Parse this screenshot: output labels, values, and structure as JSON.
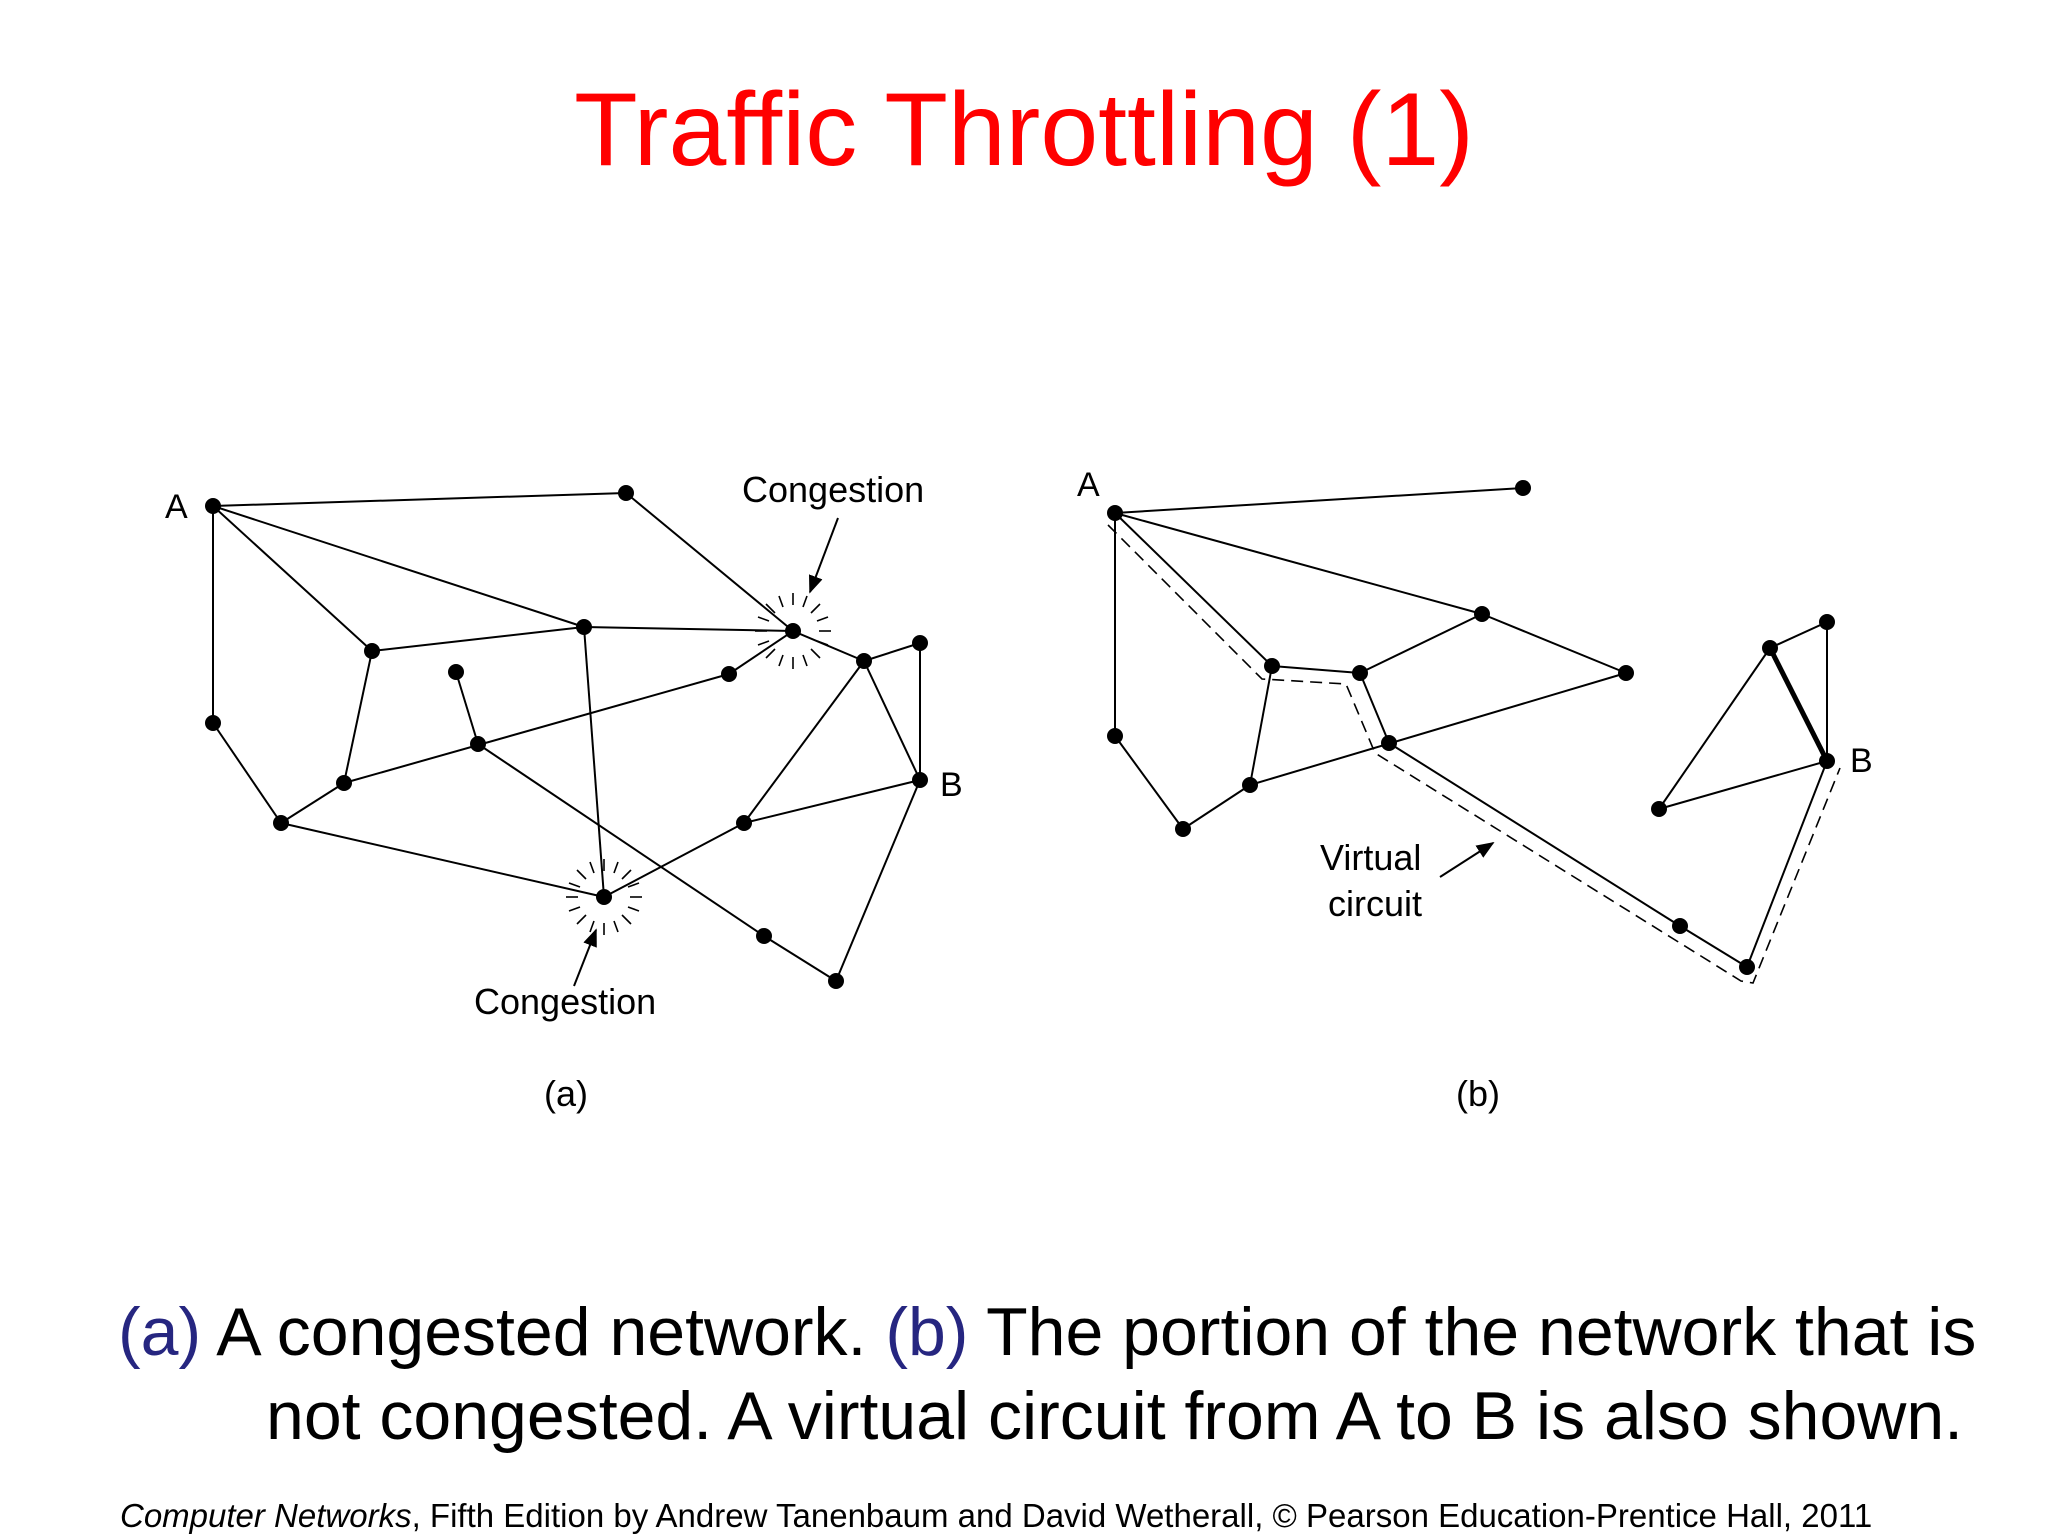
{
  "title": "Traffic Throttling (1)",
  "diagram": {
    "panel_a": {
      "node_a_label": "A",
      "node_b_label": "B",
      "congestion_top_label": "Congestion",
      "congestion_bottom_label": "Congestion",
      "sublabel": "(a)"
    },
    "panel_b": {
      "node_a_label": "A",
      "node_b_label": "B",
      "virtual_circuit_line1": "Virtual",
      "virtual_circuit_line2": "circuit",
      "sublabel": "(b)"
    }
  },
  "caption": {
    "label_a": "(a)",
    "text_a": " A congested network. ",
    "label_b": "(b)",
    "text_b_line1": " The portion of the network that is",
    "text_b_line2": "not congested. A virtual circuit from A to B is also shown."
  },
  "footer": {
    "book_title": "Computer Networks",
    "rest": ", Fifth Edition by Andrew Tanenbaum and David Wetherall, © Pearson Education-Prentice Hall, 2011"
  }
}
